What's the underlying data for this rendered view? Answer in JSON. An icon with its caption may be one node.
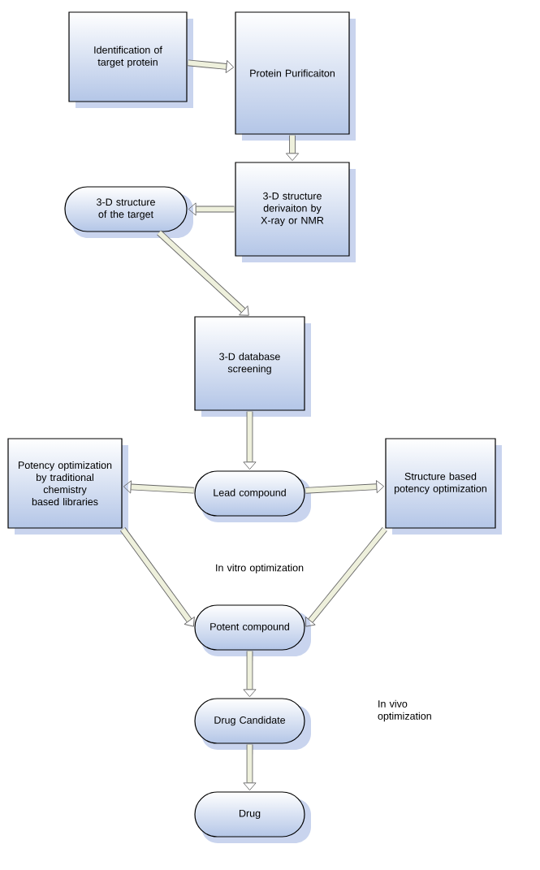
{
  "diagram": {
    "nodes": [
      {
        "text": [
          "Identification of target protein"
        ]
      },
      {
        "text": [
          "Protein Purificaiton"
        ]
      },
      {
        "text": [
          "3-D structure derivaiton by X-ray or NMR"
        ]
      },
      {
        "text": [
          "3-D structure of the target"
        ]
      },
      {
        "text": [
          "3-D database screening"
        ]
      },
      {
        "text": [
          "Potency optimization by traditional chemistry based libraries"
        ]
      },
      {
        "text": [
          "Lead compound"
        ]
      },
      {
        "text": [
          "Structure based potency optimization"
        ]
      },
      {
        "text": [
          "Potent compound"
        ]
      },
      {
        "text": [
          "Drug Candidate"
        ]
      },
      {
        "text": [
          "Drug"
        ]
      }
    ],
    "edges": [
      {
        "from": 0,
        "to": 1,
        "arrow": "to"
      },
      {
        "from": 1,
        "to": 2,
        "arrow": "to"
      },
      {
        "from": 2,
        "to": 3,
        "arrow": "to"
      },
      {
        "from": 3,
        "to": 4,
        "arrow": "to"
      },
      {
        "from": 4,
        "to": 6,
        "arrow": "to"
      },
      {
        "from": 6,
        "to": 5,
        "arrow": "to"
      },
      {
        "from": 6,
        "to": 7,
        "arrow": "to"
      },
      {
        "from": 5,
        "to": 8,
        "arrow": "to"
      },
      {
        "from": 7,
        "to": 8,
        "arrow": "to"
      },
      {
        "from": 8,
        "to": 9,
        "arrow": "to"
      },
      {
        "from": 9,
        "to": 10,
        "arrow": "to"
      }
    ],
    "labels": [
      "In vitro optimization",
      "In vivo optimization"
    ]
  }
}
